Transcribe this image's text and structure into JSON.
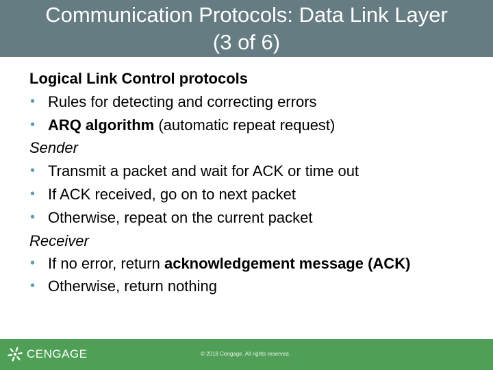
{
  "slide": {
    "title_line1": "Communication Protocols: Data Link Layer",
    "title_line2": "(3 of 6)",
    "heading": "Logical Link Control protocols",
    "llc_bullets": [
      {
        "text": "Rules for detecting and correcting errors"
      },
      {
        "bold": "ARQ algorithm",
        "text": " (automatic repeat request)"
      }
    ],
    "sender_label": "Sender",
    "sender_bullets": [
      "Transmit a packet and wait for ACK or time out",
      "If ACK received, go on to next packet",
      "Otherwise, repeat on the current packet"
    ],
    "receiver_label": "Receiver",
    "receiver_bullets": [
      {
        "text": "If no error, return ",
        "bold": "acknowledgement message (ACK)"
      },
      {
        "text": "Otherwise, return nothing"
      }
    ],
    "bullet_glyph": "•"
  },
  "footer": {
    "logo_icon": "cengage-logo-icon",
    "logo_text": "CENGAGE",
    "copyright": "© 2018 Cengage. All rights reserved."
  },
  "colors": {
    "title_bar": "#667c83",
    "footer": "#4f9f57",
    "bullet": "#5d9fb0"
  }
}
